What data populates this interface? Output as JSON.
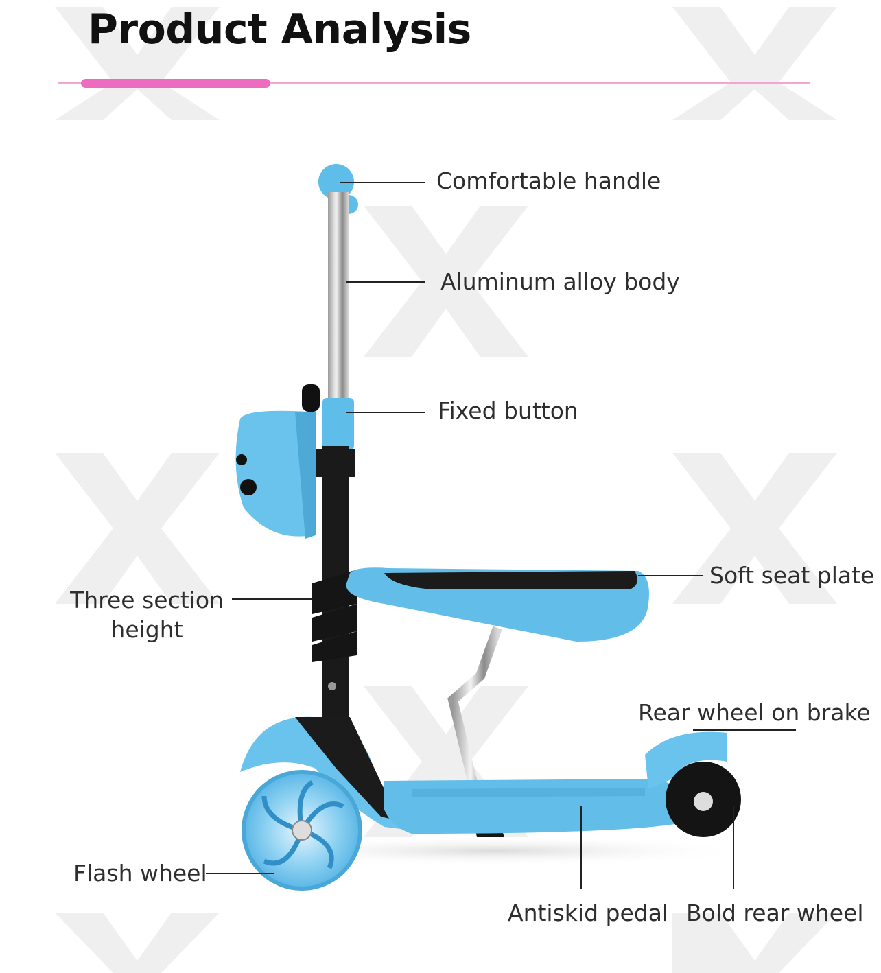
{
  "header": {
    "title": "Product Analysis"
  },
  "colors": {
    "accent": "#ec6cc2",
    "rule": "#f2a6d6",
    "product_blue": "#62bde8",
    "text": "#2e2e2e"
  },
  "callouts": {
    "comfortable_handle": "Comfortable handle",
    "aluminum_body": "Aluminum alloy body",
    "fixed_button": "Fixed button",
    "soft_seat": "Soft seat plate",
    "three_section_line1": "Three section",
    "three_section_line2": "height",
    "rear_brake": "Rear wheel on brake",
    "flash_wheel": "Flash wheel",
    "antiskid_pedal": "Antiskid pedal",
    "bold_rear_wheel": "Bold rear wheel"
  },
  "product": {
    "image": "blue-kids-scooter-with-seat-and-helmet"
  }
}
